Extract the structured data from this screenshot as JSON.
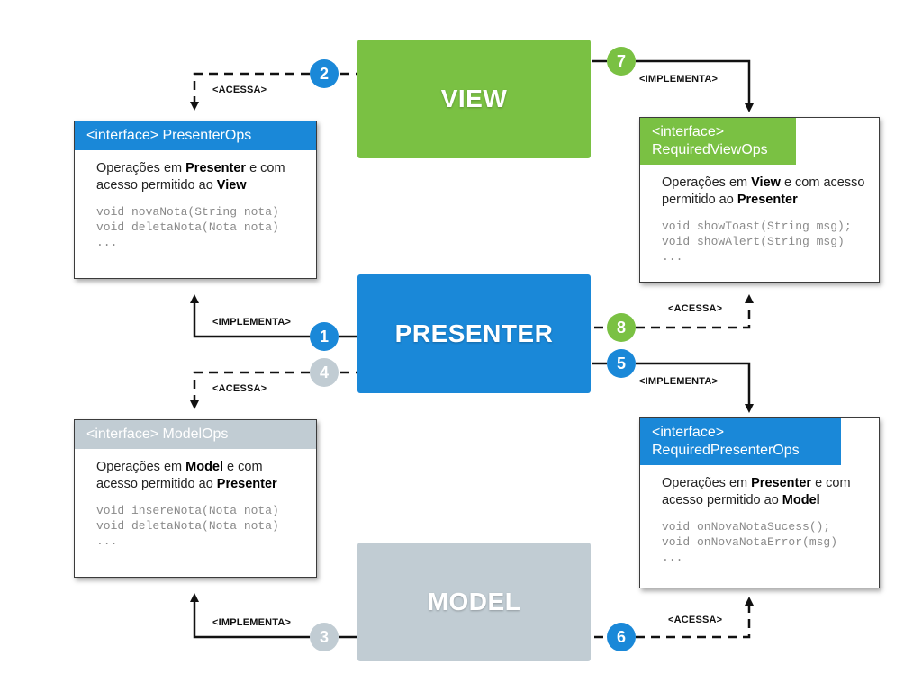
{
  "colors": {
    "blue": "#1a88d8",
    "green": "#7ac143",
    "gray": "#c1ccd3",
    "line": "#111111"
  },
  "blocks": {
    "view": "VIEW",
    "presenter": "PRESENTER",
    "model": "MODEL"
  },
  "cards": {
    "presenter_ops": {
      "header": "<interface> PresenterOps",
      "desc": [
        {
          "text": "Operações em ",
          "bold": false
        },
        {
          "text": "Presenter",
          "bold": true
        },
        {
          "text": " e com acesso permitido ao ",
          "bold": false
        },
        {
          "text": "View",
          "bold": true
        }
      ],
      "code": [
        "void novaNota(String nota)",
        "void deletaNota(Nota nota)",
        "..."
      ]
    },
    "model_ops": {
      "header": "<interface> ModelOps",
      "desc": [
        {
          "text": "Operações em ",
          "bold": false
        },
        {
          "text": "Model",
          "bold": true
        },
        {
          "text": " e com acesso permitido ao ",
          "bold": false
        },
        {
          "text": "Presenter",
          "bold": true
        }
      ],
      "code": [
        "void insereNota(Nota nota)",
        "void deletaNota(Nota nota)",
        "..."
      ]
    },
    "required_view_ops": {
      "header": "<interface> RequiredViewOps",
      "desc": [
        {
          "text": "Operações em ",
          "bold": false
        },
        {
          "text": "View",
          "bold": true
        },
        {
          "text": " e com acesso permitido ao ",
          "bold": false
        },
        {
          "text": "Presenter",
          "bold": true
        }
      ],
      "code": [
        "void showToast(String msg);",
        "void showAlert(String msg)",
        "..."
      ]
    },
    "required_presenter_ops": {
      "header": "<interface> RequiredPresenterOps",
      "desc": [
        {
          "text": "Operações em ",
          "bold": false
        },
        {
          "text": "Presenter",
          "bold": true
        },
        {
          "text": " e com acesso permitido ao ",
          "bold": false
        },
        {
          "text": "Model",
          "bold": true
        }
      ],
      "code": [
        "void onNovaNotaSucess();",
        "void onNovaNotaError(msg)",
        "..."
      ]
    }
  },
  "labels": {
    "l1": "<IMPLEMENTA>",
    "l2": "<ACESSA>",
    "l3": "<IMPLEMENTA>",
    "l4": "<ACESSA>",
    "l5": "<IMPLEMENTA>",
    "l6": "<ACESSA>",
    "l7": "<IMPLEMENTA>",
    "l8": "<ACESSA>"
  },
  "badges": {
    "b1": "1",
    "b2": "2",
    "b3": "3",
    "b4": "4",
    "b5": "5",
    "b6": "6",
    "b7": "7",
    "b8": "8"
  }
}
